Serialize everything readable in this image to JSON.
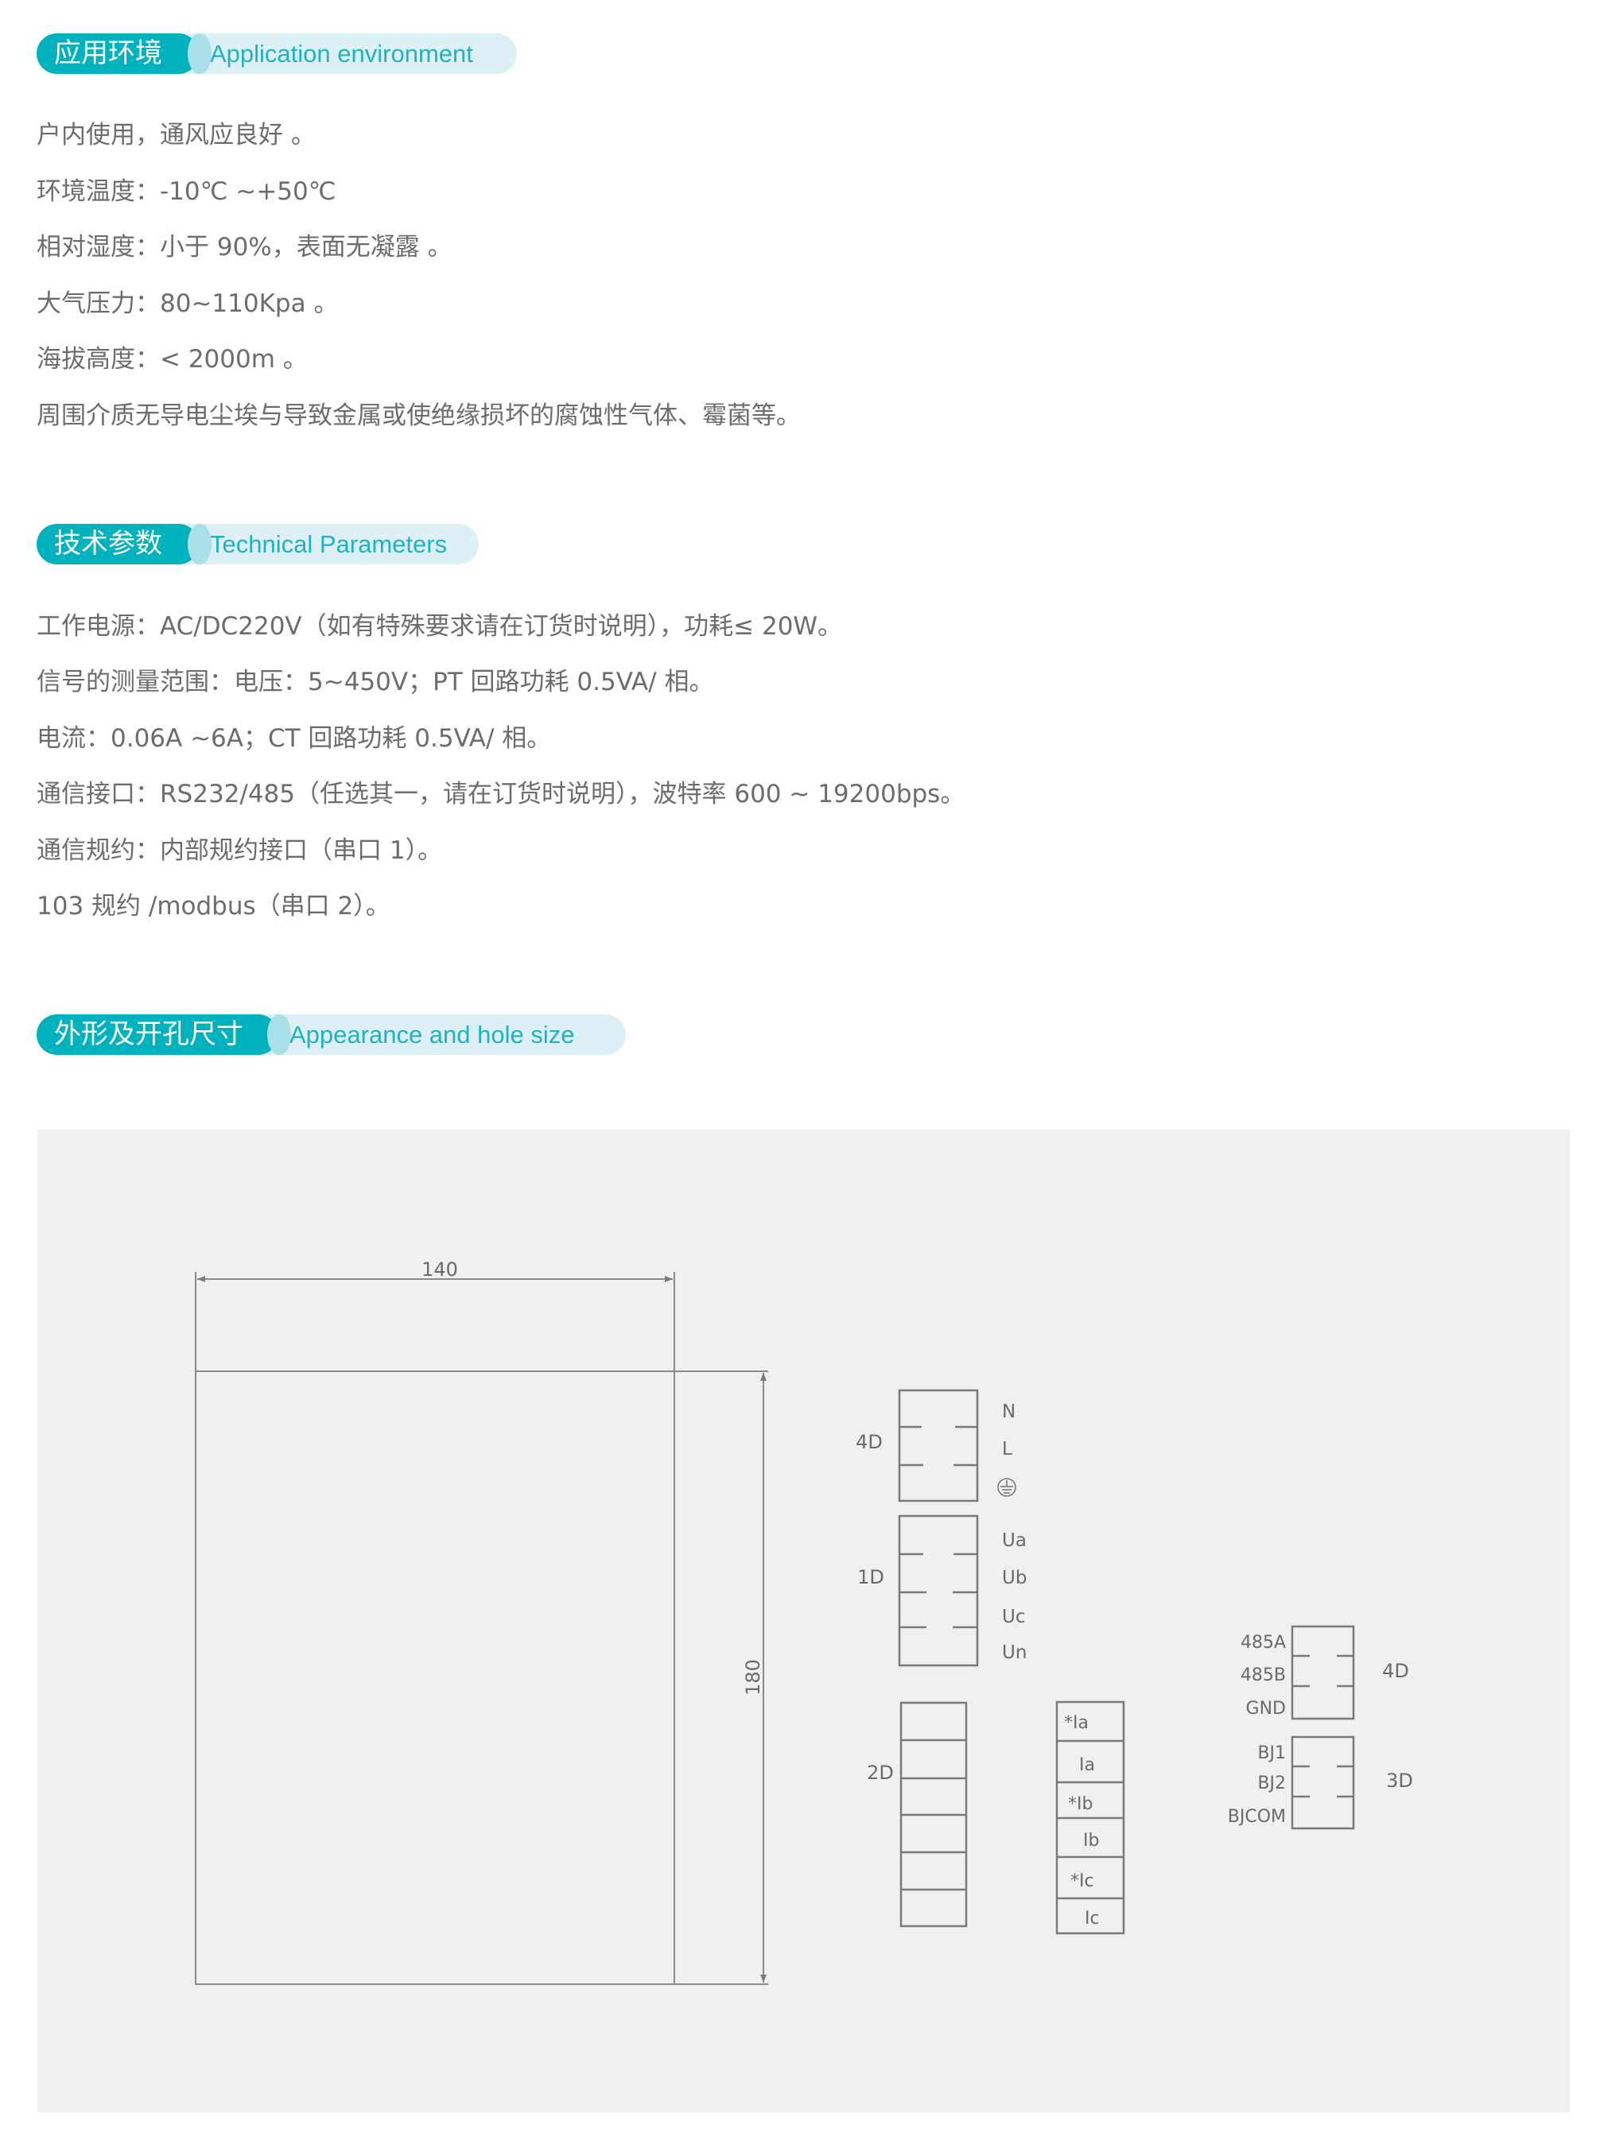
{
  "sections": [
    {
      "title_cn": "应用环境",
      "title_en": "Application environment",
      "lines": [
        "户内使用，通风应良好 。",
        "环境温度：-10℃ ~+50℃",
        "相对湿度：小于 90%，表面无凝露 。",
        "大气压力：80~110Kpa 。",
        "海拔高度：< 2000m 。",
        "周围介质无导电尘埃与导致金属或使绝缘损坏的腐蚀性气体、霉菌等。"
      ]
    },
    {
      "title_cn": "技术参数",
      "title_en": "Technical Parameters",
      "lines": [
        "工作电源：AC/DC220V（如有特殊要求请在订货时说明），功耗≤ 20W。",
        "信号的测量范围：电压：5~450V；PT 回路功耗  0.5VA/ 相。",
        "电流：0.06A ~6A；CT 回路功耗  0.5VA/ 相。",
        "通信接口：RS232/485（任选其一，请在订货时说明），波特率 600 ~ 19200bps。",
        "通信规约：内部规约接口（串口 1）。",
        "103 规约 /modbus（串口 2）。"
      ]
    },
    {
      "title_cn": "外形及开孔尺寸",
      "title_en": "Appearance and hole size"
    }
  ],
  "diagram": {
    "width_label": "140",
    "height_label": "180",
    "terminals": {
      "power": {
        "label": "4D",
        "pins": [
          "N",
          "L",
          "ground-icon"
        ]
      },
      "voltage": {
        "label": "1D",
        "pins": [
          "Ua",
          "Ub",
          "Uc",
          "Un"
        ]
      },
      "block2d": {
        "label": "2D",
        "cells": 6
      },
      "current": {
        "pins": [
          "*Ia",
          "Ia",
          "*Ib",
          "Ib",
          "*Ic",
          "Ic"
        ]
      },
      "comm": {
        "label": "4D",
        "pins": [
          "485A",
          "485B",
          "GND"
        ]
      },
      "alarm": {
        "label": "3D",
        "pins": [
          "BJ1",
          "BJ2",
          "BJCOM"
        ]
      }
    }
  },
  "colors": {
    "accent": "#00b2bd",
    "accent_light": "#dcf0f6",
    "accent_text": "#1fb3c2",
    "body_text": "#6c6c6c",
    "panel_bg": "#eff0f2",
    "line": "#7a7a7a"
  }
}
